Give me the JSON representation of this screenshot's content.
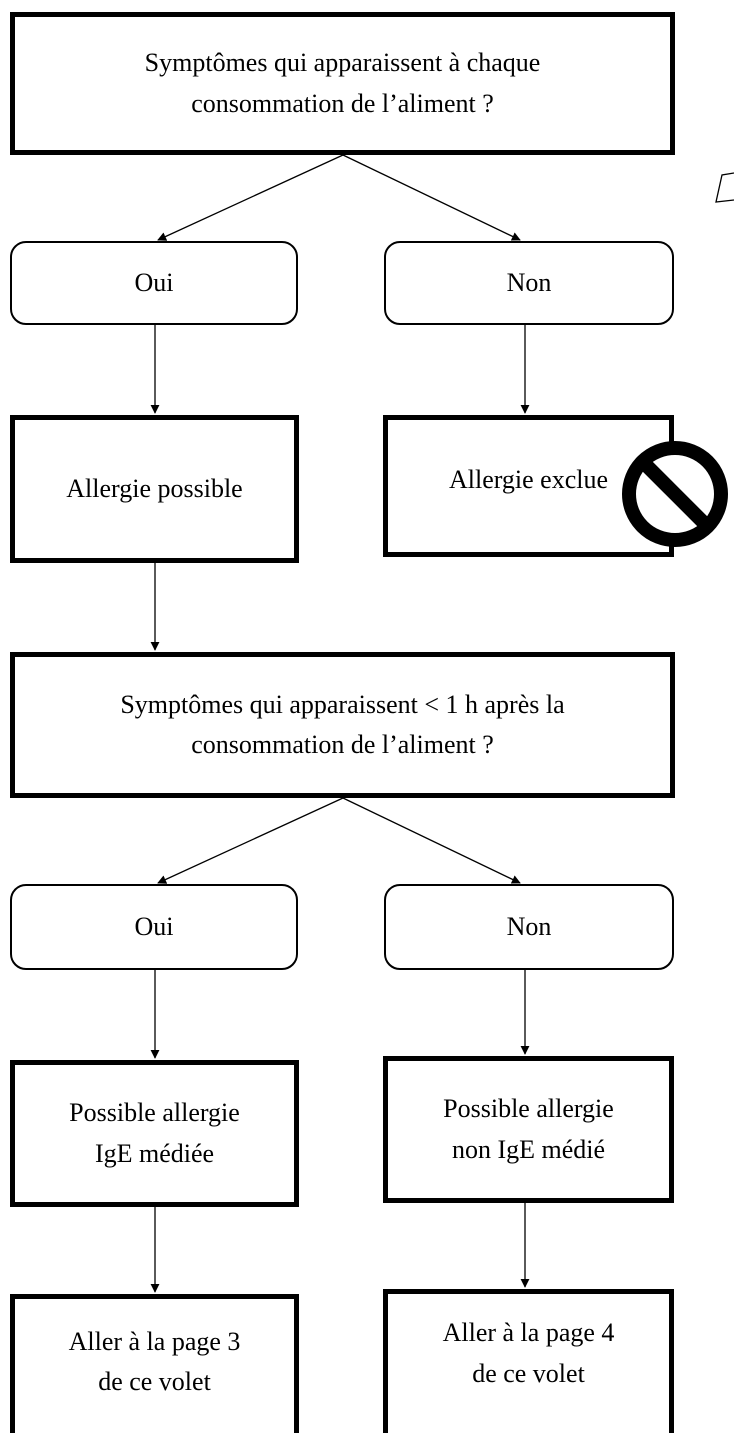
{
  "question1": {
    "lines": [
      "Symptômes qui apparaissent à chaque",
      "consommation de l’aliment ?"
    ]
  },
  "q1_yes": "Oui",
  "q1_no": "Non",
  "result_possible": "Allergie possible",
  "result_excluded": "Allergie exclue",
  "question2": {
    "lines": [
      "Symptômes qui apparaissent < 1 h après la",
      "consommation de l’aliment ?"
    ]
  },
  "q2_yes": "Oui",
  "q2_no": "Non",
  "ige_mediated": {
    "lines": [
      "Possible allergie",
      "IgE médiée"
    ]
  },
  "non_ige_mediated": {
    "lines": [
      "Possible allergie",
      "non IgE médié"
    ]
  },
  "goto_page3": {
    "lines": [
      "Aller à la page 3",
      "de ce volet"
    ]
  },
  "goto_page4": {
    "lines": [
      "Aller à la page 4",
      "de ce volet"
    ]
  },
  "icons": {
    "excluded": "no-entry-icon"
  }
}
